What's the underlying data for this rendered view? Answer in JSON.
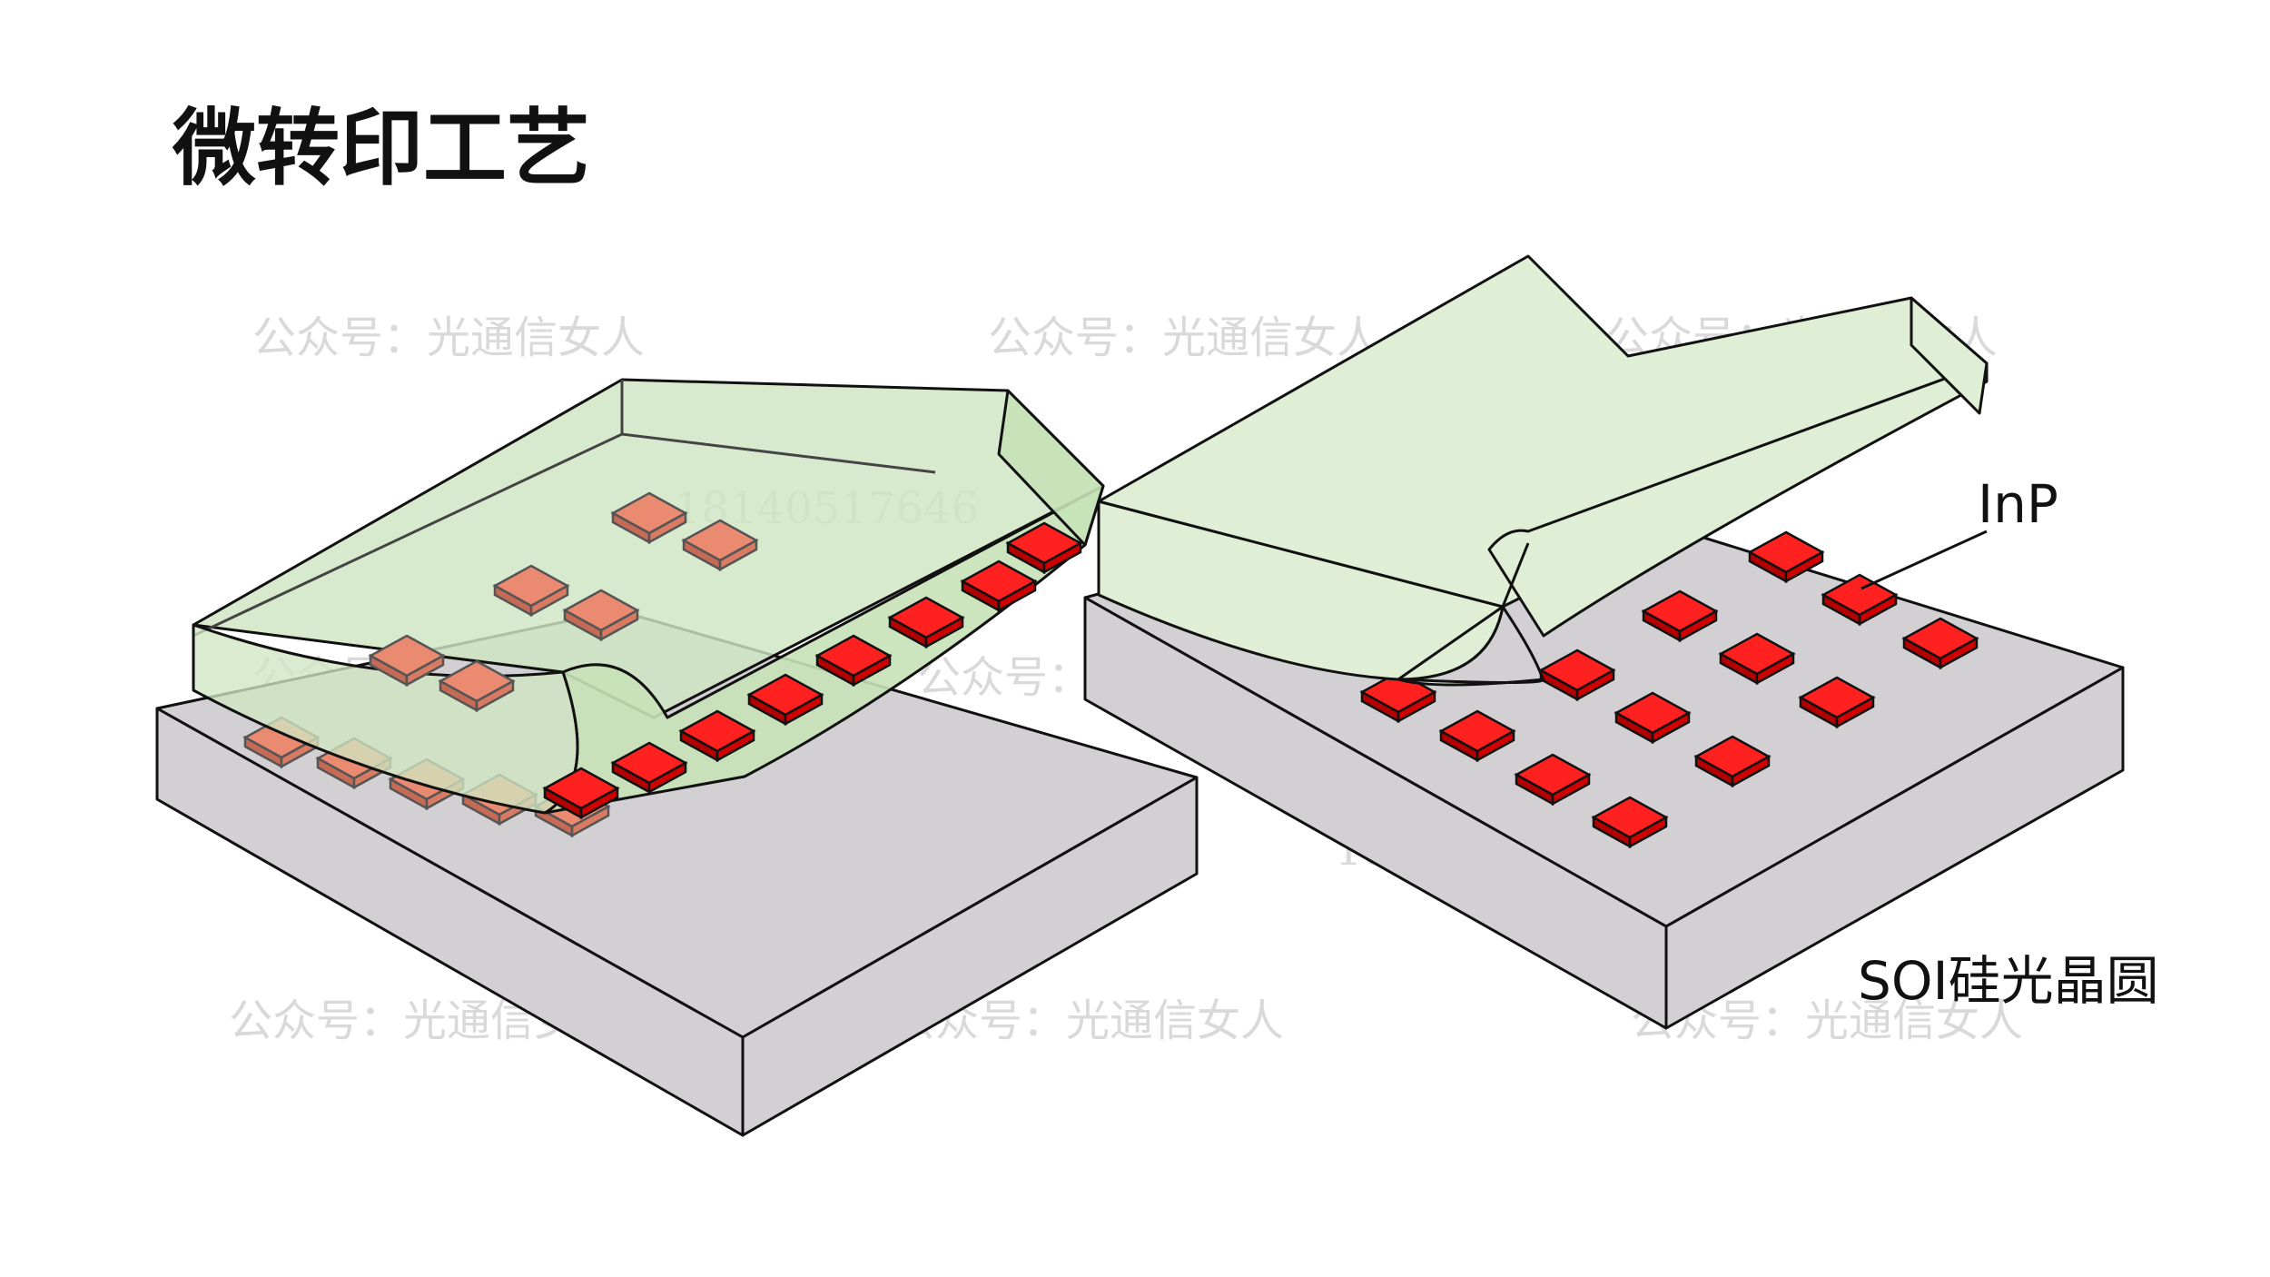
{
  "title": "微转印工艺",
  "labels": {
    "inp": "InP",
    "wafer": "SOI硅光晶圆"
  },
  "watermarks": {
    "account": "公众号：光通信女人",
    "phone": "18140517646"
  },
  "colors": {
    "substrate": "#d2d0d2",
    "stamp_left": "#cfe5c2",
    "stamp_right": "#e0eed6",
    "chip": "#ff1e1e",
    "chip_under_stamp": "#e8836c",
    "outline": "#111111"
  }
}
